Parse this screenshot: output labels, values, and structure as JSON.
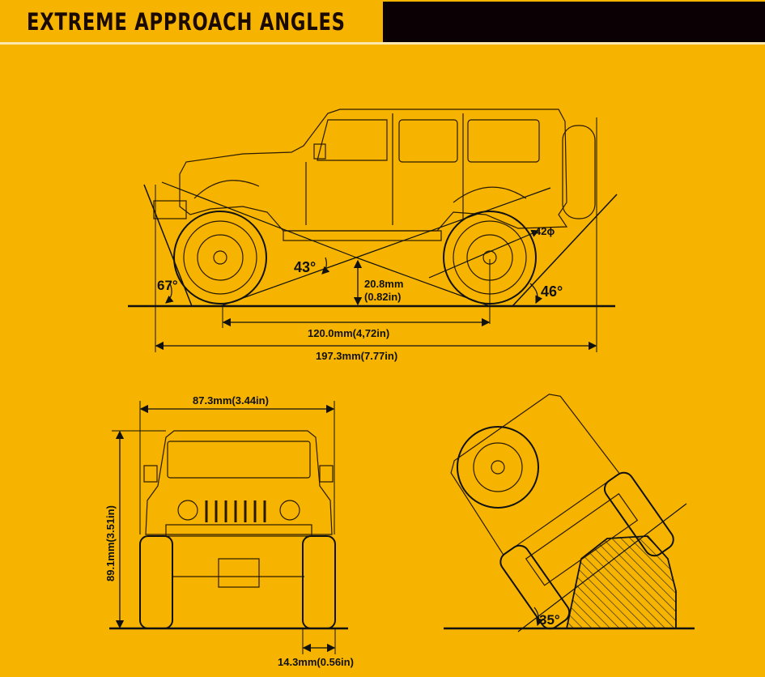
{
  "header": {
    "title": "EXTREME APPROACH ANGLES"
  },
  "colors": {
    "background": "#f6b400",
    "header_bar": "#0b0003",
    "ink": "#111111"
  },
  "side_view": {
    "approach_angle": "67°",
    "breakover_angle": "43°",
    "departure_angle": "46°",
    "tire_diameter": "42ϕ",
    "ground_clearance_mm": "20.8mm",
    "ground_clearance_in": "(0.82in)",
    "wheelbase": "120.0mm(4,72in)",
    "overall_length": "197.3mm(7.77in)"
  },
  "front_view": {
    "width": "87.3mm(3.44in)",
    "height": "89.1mm(3.51in)",
    "tire_width": "14.3mm(0.56in)"
  },
  "tilt_view": {
    "side_slope_angle": "35°"
  }
}
